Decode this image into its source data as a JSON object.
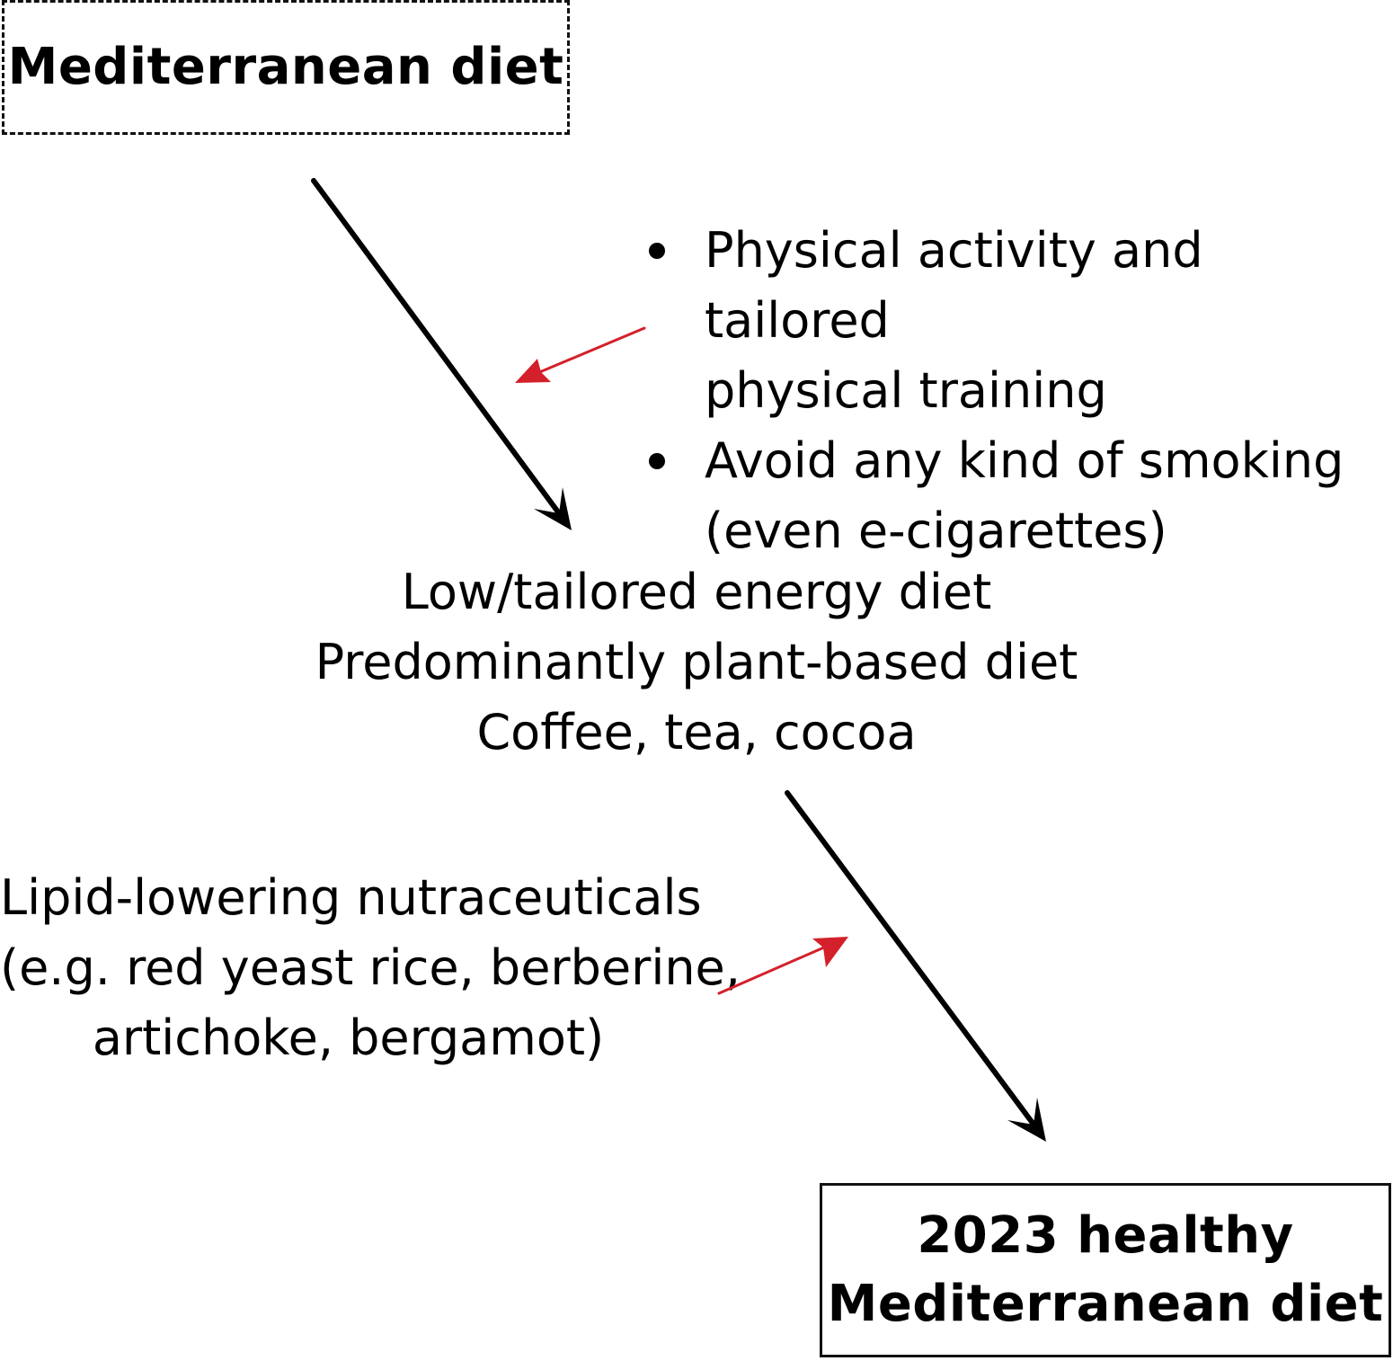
{
  "start_box": {
    "label": "Mediterranean diet"
  },
  "modifiers_top": {
    "items": [
      {
        "lines": [
          "Physical activity and tailored",
          "physical training"
        ]
      },
      {
        "lines": [
          "Avoid any kind of smoking",
          "(even e-cigarettes)"
        ]
      }
    ]
  },
  "middle_step": {
    "lines": [
      "Low/tailored energy diet",
      "Predominantly plant-based diet",
      "Coffee, tea, cocoa"
    ]
  },
  "modifiers_bottom": {
    "lines": [
      "Lipid-lowering nutraceuticals",
      "(e.g. red yeast rice, berberine,",
      "artichoke, bergamot)"
    ]
  },
  "end_box": {
    "lines": [
      "2023 healthy",
      "Mediterranean diet"
    ]
  },
  "colors": {
    "main_arrow": "#000000",
    "modifier_arrow": "#d4202a"
  }
}
